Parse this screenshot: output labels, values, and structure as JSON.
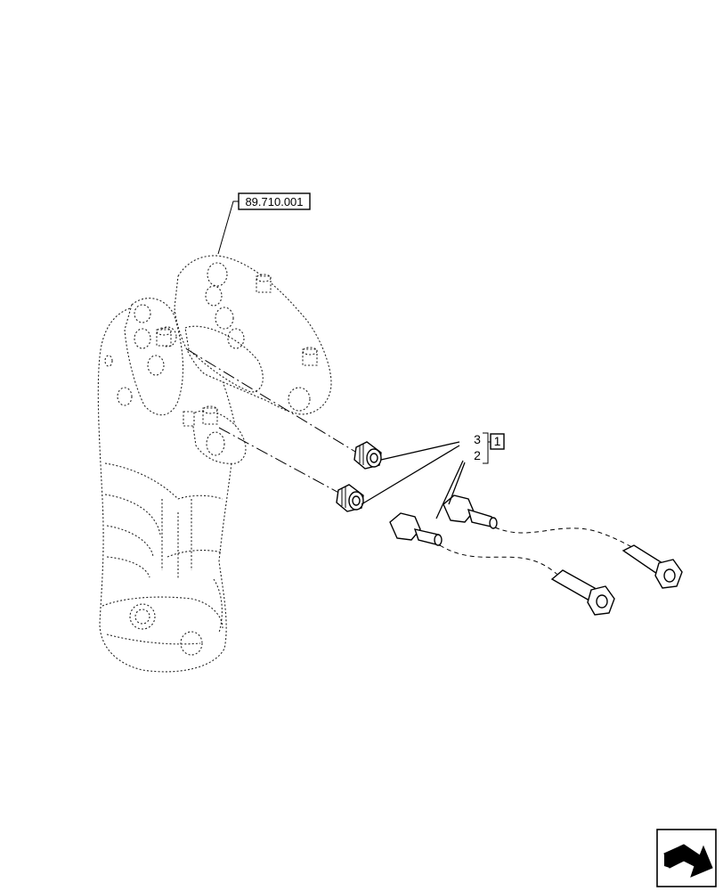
{
  "reference": {
    "label": "89.710.001"
  },
  "callouts": {
    "item_3": "3",
    "item_2": "2",
    "group_box": "1"
  },
  "icons": {
    "nav": "next-page-arrow-icon"
  },
  "colors": {
    "line": "#000000",
    "background": "#ffffff"
  }
}
